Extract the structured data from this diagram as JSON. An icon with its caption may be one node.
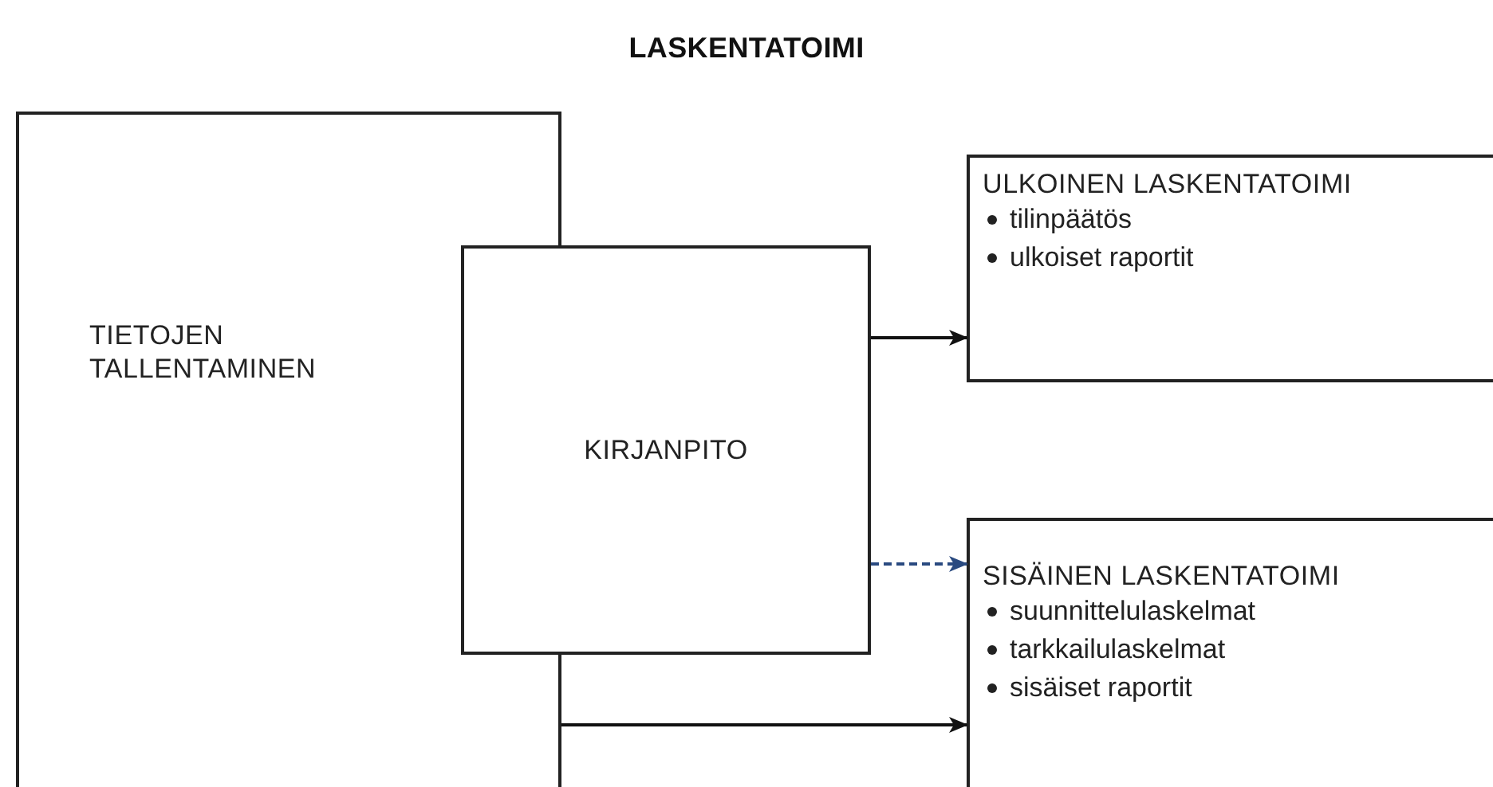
{
  "diagram": {
    "title": "LASKENTATOIMI",
    "nodes": [
      {
        "text": [
          "TIETOJEN TALLENTAMINEN"
        ]
      },
      {
        "text": [
          "KIRJANPITO"
        ]
      },
      {
        "text": [
          "ULKOINEN LASKENTATOIMI",
          "tilinpäätös",
          "ulkoiset raportit"
        ]
      },
      {
        "text": [
          "SISÄINEN LASKENTATOIMI",
          "suunnittelulaskelmat",
          "tarkkailulaskelmat",
          "sisäiset raportit"
        ]
      }
    ],
    "edges": [
      {
        "from": 1,
        "to": 2,
        "arrow": "to"
      },
      {
        "from": 1,
        "to": 3,
        "arrow": "to",
        "style": "dashed",
        "color": "#2a4a80"
      },
      {
        "from": 0,
        "to": 3,
        "arrow": "to"
      }
    ]
  }
}
